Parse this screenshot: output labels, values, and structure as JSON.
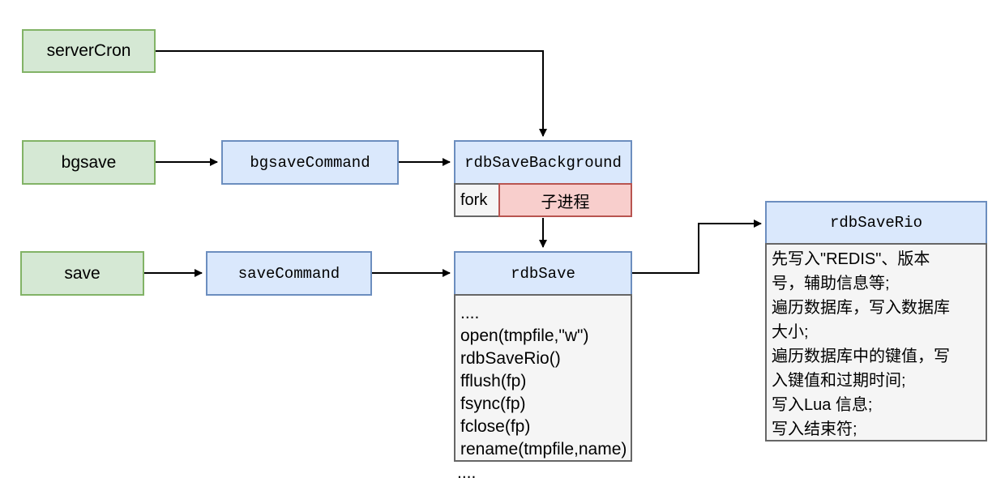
{
  "nodes": {
    "serverCron": "serverCron",
    "bgsave": "bgsave",
    "save": "save",
    "bgsaveCommand": "bgsaveCommand",
    "saveCommand": "saveCommand",
    "rdbSaveBackground": "rdbSaveBackground",
    "fork": "fork",
    "child_process": "子进程",
    "rdbSave": "rdbSave",
    "rdbSaveRio": "rdbSaveRio"
  },
  "rdb_save_body": {
    "lines": [
      "....",
      "open(tmpfile,\"w\")",
      "rdbSaveRio()",
      "fflush(fp)",
      "fsync(fp)",
      "fclose(fp)",
      "rename(tmpfile,name)"
    ],
    "trailing": "...."
  },
  "rdb_save_rio_body": {
    "lines": [
      "先写入\"REDIS\"、版本",
      "号，辅助信息等;",
      "遍历数据库，写入数据库",
      "大小;",
      "遍历数据库中的键值，写",
      "入键值和过期时间;",
      "写入Lua 信息;",
      "写入结束符;"
    ]
  },
  "colors": {
    "green_fill": "#d5e8d4",
    "green_border": "#82b366",
    "blue_fill": "#dae8fc",
    "blue_border": "#6c8ebf",
    "pink_fill": "#f8cecc",
    "pink_border": "#b85450",
    "gray_fill": "#f5f5f5",
    "gray_border": "#666666",
    "arrow": "#000000"
  }
}
